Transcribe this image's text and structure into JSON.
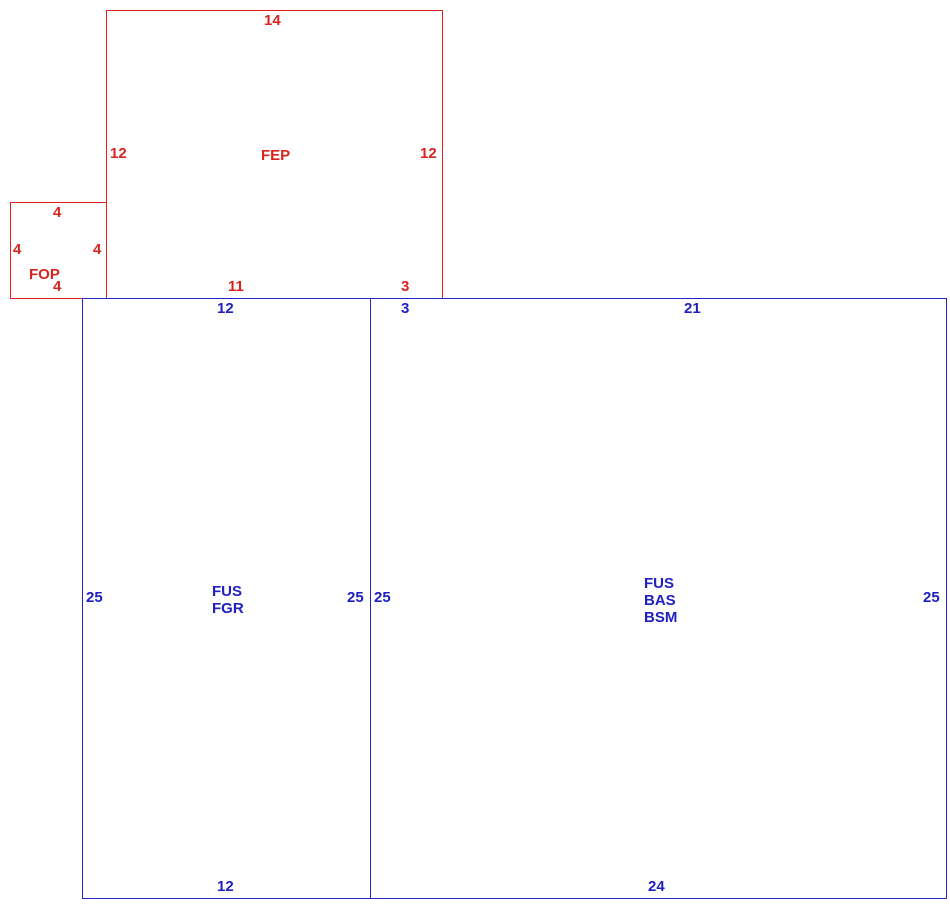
{
  "colors": {
    "porch": "#e0201b",
    "living": "#2323c8"
  },
  "fep": {
    "code": "FEP",
    "top": "14",
    "left": "12",
    "right": "12",
    "bottom_left": "11",
    "bottom_right": "3"
  },
  "fop": {
    "code": "FOP",
    "top": "4",
    "left": "4",
    "right": "4",
    "bottom": "4"
  },
  "garage": {
    "codes": [
      "FUS",
      "FGR"
    ],
    "top": "12",
    "left": "25",
    "right": "25",
    "bottom": "12"
  },
  "main": {
    "codes": [
      "FUS",
      "BAS",
      "BSM"
    ],
    "top_left": "3",
    "top": "21",
    "left": "25",
    "right": "25",
    "bottom": "24"
  }
}
